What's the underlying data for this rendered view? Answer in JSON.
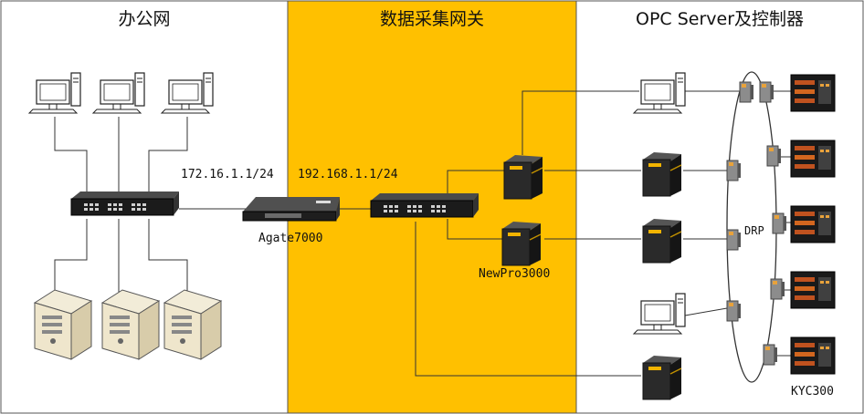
{
  "zones": [
    {
      "title": "办公网"
    },
    {
      "title": "数据采集网关"
    },
    {
      "title": "OPC Server及控制器"
    }
  ],
  "labels": {
    "office_ip": "172.16.1.1/24",
    "gateway_ip": "192.168.1.1/24",
    "agate": "Agate7000",
    "newpro": "NewPro3000",
    "drp": "DRP",
    "kyc": "KYC300"
  },
  "colors": {
    "gateway_zone": "#FFC000",
    "border": "#555555",
    "line": "#333333"
  },
  "icons": [
    "desktop-computer-icon",
    "switch-icon",
    "server-tower-icon",
    "router-icon",
    "collector-box-icon",
    "din-switch-icon",
    "controller-icon"
  ]
}
